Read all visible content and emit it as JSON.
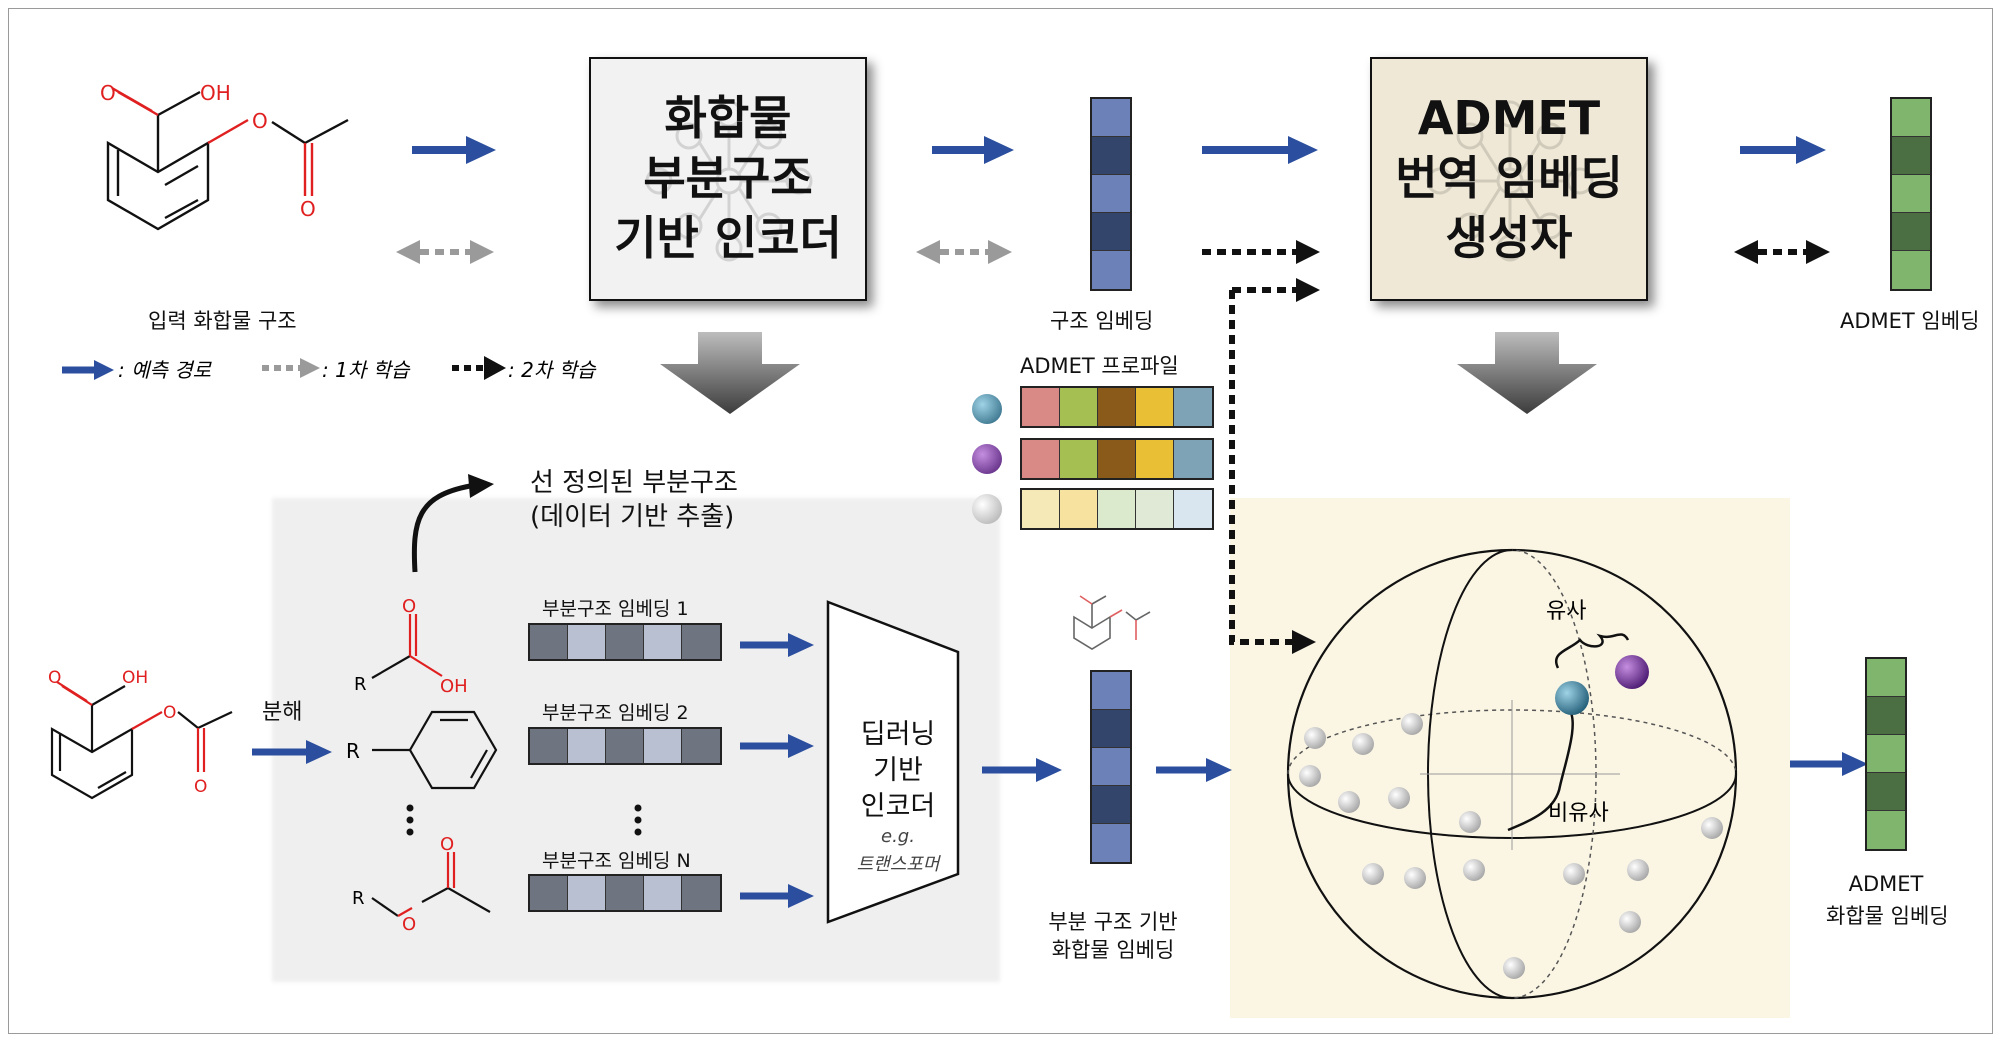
{
  "encoder_box": {
    "line1": "화합물",
    "line2": "부분구조",
    "line3": "기반 인코더"
  },
  "admet_box": {
    "line1": "ADMET",
    "line2": "번역 임베딩",
    "line3": "생성자"
  },
  "labels": {
    "input_compound": "입력 화합물 구조",
    "struct_embedding": "구조 임베딩",
    "admet_embedding": "ADMET 임베딩",
    "admet_profile": "ADMET 프로파일",
    "predefined_line1": "선 정의된 부분구조",
    "predefined_line2": "(데이터 기반 추출)",
    "decompose": "분해",
    "sub_emb_1": "부분구조 임베딩 1",
    "sub_emb_2": "부분구조 임베딩 2",
    "sub_emb_n": "부분구조 임베딩 N",
    "dl_line1": "딥러닝",
    "dl_line2": "기반",
    "dl_line3": "인코더",
    "dl_eg": "e.g.",
    "dl_transformer": "트랜스포머",
    "partial_line1": "부분 구조 기반",
    "partial_line2": "화합물 임베딩",
    "similar": "유사",
    "dissimilar": "비유사",
    "out_line1": "ADMET",
    "out_line2": "화합물 임베딩"
  },
  "legend": {
    "predict": ": 예측 경로",
    "first": ": 1차 학습",
    "second": ": 2차 학습"
  },
  "molecule": {
    "OH": "OH",
    "O": "O",
    "R": "R"
  },
  "colors": {
    "arrow_blue": "#2b4f9e",
    "struct_blue": [
      "#6b81b8",
      "#34456b",
      "#6b81b8",
      "#34456b",
      "#6b81b8"
    ],
    "admet_green": [
      "#7fb56d",
      "#4c6e43",
      "#7fb56d",
      "#4c6e43",
      "#7fb56d"
    ],
    "profile_row": [
      "#d98a86",
      "#a6bf52",
      "#8a5a1a",
      "#e8bf35",
      "#7ea3b6"
    ],
    "profile_light": [
      "#f6e9b8",
      "#f7e2a0",
      "#dbe9cc",
      "#dfe9d6",
      "#d9e5ef"
    ],
    "sub_embedding": [
      "#6e7480",
      "#b9c0d2",
      "#6e7480",
      "#b9c0d2",
      "#6e7480"
    ]
  }
}
